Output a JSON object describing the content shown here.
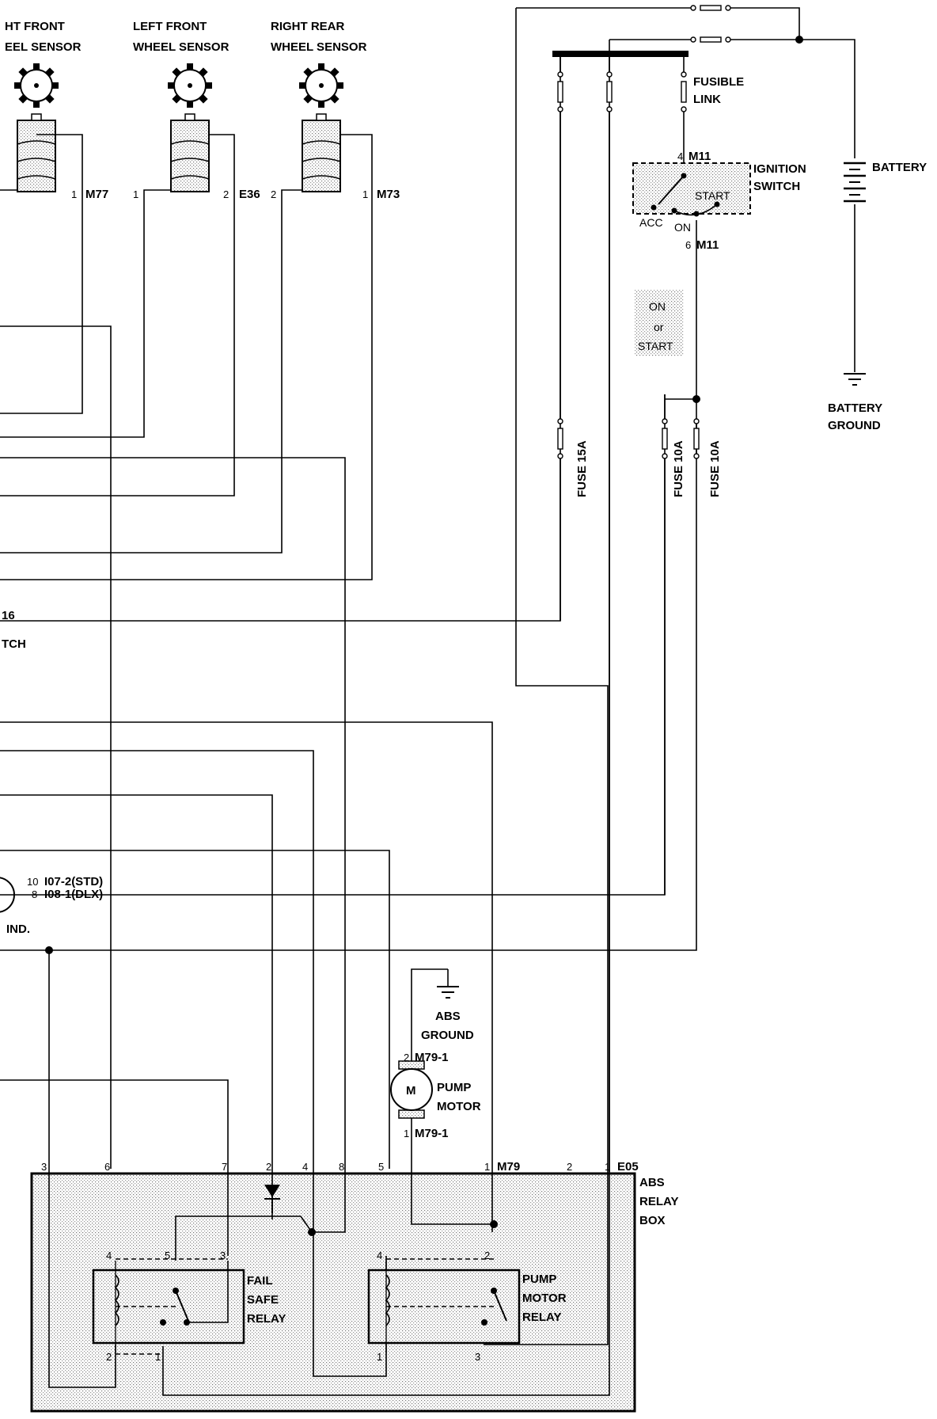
{
  "sensors": {
    "right_front_label": [
      "HT FRONT",
      "EEL SENSOR"
    ],
    "left_front_label": [
      "LEFT FRONT",
      "WHEEL SENSOR"
    ],
    "right_rear_label": [
      "RIGHT REAR",
      "WHEEL SENSOR"
    ],
    "right_front_pin": "1",
    "right_front_conn": "M77",
    "left_front_pin_a": "1",
    "left_front_pin_b": "2",
    "left_front_conn": "E36",
    "right_rear_pin_a": "2",
    "right_rear_pin_b": "1",
    "right_rear_conn": "M73"
  },
  "power": {
    "fusible_link": [
      "FUSIBLE",
      "LINK"
    ],
    "ignition_switch": [
      "IGNITION",
      "SWITCH"
    ],
    "ign_pin_top": "4",
    "ign_conn_top": "M11",
    "ign_pin_bottom": "6",
    "ign_conn_bottom": "M11",
    "ign_acc": "ACC",
    "ign_on": "ON",
    "ign_start": "START",
    "battery": "BATTERY",
    "battery_ground": [
      "BATTERY",
      "GROUND"
    ],
    "on_or_start": [
      "ON",
      "or",
      "START"
    ],
    "fuse_15a": "FUSE 15A",
    "fuse_10a_left": "FUSE 10A",
    "fuse_10a_right": "FUSE 10A"
  },
  "left_edge": {
    "switch_conn": "16",
    "switch_label": "TCH",
    "ind_pin_top": "10",
    "ind_pin_bottom": "8",
    "ind_conn_std": "I07-2(STD)",
    "ind_conn_dlx": "I08-1(DLX)",
    "ind_label": "IND."
  },
  "pump": {
    "abs_ground": [
      "ABS",
      "GROUND"
    ],
    "pin_top": "2",
    "conn_top": "M79-1",
    "motor_symbol": "M",
    "label": [
      "PUMP",
      "MOTOR"
    ],
    "pin_bottom": "1",
    "conn_bottom": "M79-1"
  },
  "relay_box": {
    "label": [
      "ABS",
      "RELAY",
      "BOX"
    ],
    "pins": [
      "3",
      "6",
      "7",
      "2",
      "4",
      "8",
      "5",
      "1",
      "2",
      "1"
    ],
    "conn_m79": "M79",
    "conn_e05": "E05",
    "fail_safe": [
      "FAIL",
      "SAFE",
      "RELAY"
    ],
    "fail_safe_pins": [
      "4",
      "5",
      "3",
      "2",
      "1"
    ],
    "pump_motor_relay": [
      "PUMP",
      "MOTOR",
      "RELAY"
    ],
    "pump_relay_pins": [
      "4",
      "2",
      "1",
      "3"
    ]
  }
}
